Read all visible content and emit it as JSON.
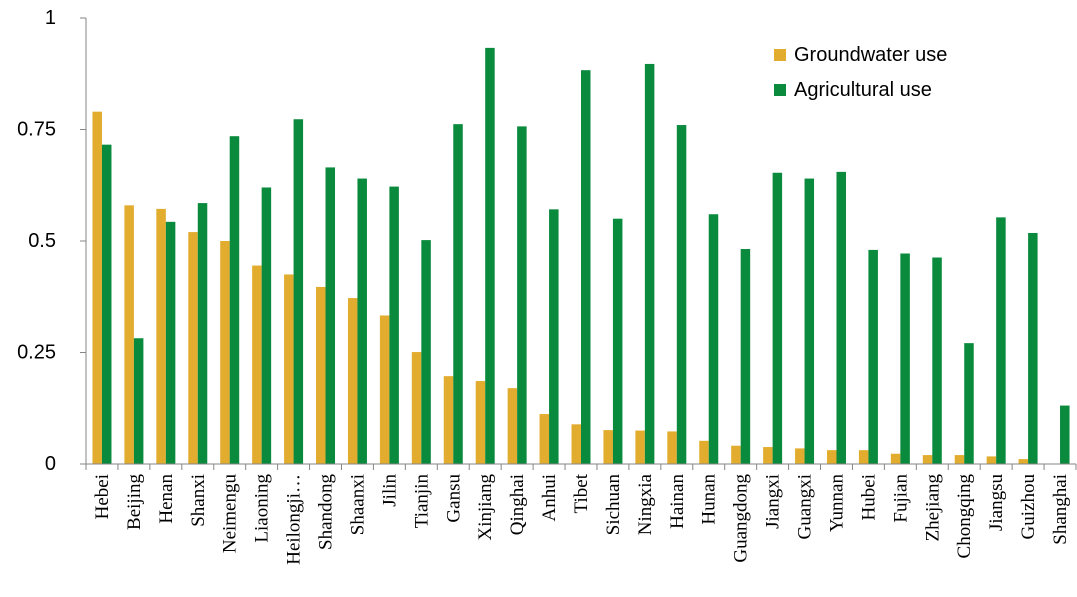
{
  "chart_data": {
    "type": "bar",
    "categories": [
      "Hebei",
      "Beijing",
      "Henan",
      "Shanxi",
      "Neimengu",
      "Liaoning",
      "Heilongji…",
      "Shandong",
      "Shaanxi",
      "Jilin",
      "Tianjin",
      "Gansu",
      "Xinjiang",
      "Qinghai",
      "Anhui",
      "Tibet",
      "Sichuan",
      "Ningxia",
      "Hainan",
      "Hunan",
      "Guangdong",
      "Jiangxi",
      "Guangxi",
      "Yunnan",
      "Hubei",
      "Fujian",
      "Zhejiang",
      "Chongqing",
      "Jiangsu",
      "Guizhou",
      "Shanghai"
    ],
    "series": [
      {
        "name": "Groundwater use",
        "color": "#E2AC2F",
        "values": [
          0.79,
          0.58,
          0.572,
          0.52,
          0.5,
          0.445,
          0.425,
          0.397,
          0.372,
          0.333,
          0.251,
          0.197,
          0.186,
          0.17,
          0.112,
          0.089,
          0.076,
          0.075,
          0.073,
          0.052,
          0.041,
          0.038,
          0.035,
          0.031,
          0.031,
          0.023,
          0.02,
          0.02,
          0.017,
          0.011,
          0.0
        ]
      },
      {
        "name": "Agricultural use",
        "color": "#0A8A3C",
        "values": [
          0.716,
          0.282,
          0.543,
          0.585,
          0.735,
          0.62,
          0.773,
          0.665,
          0.64,
          0.622,
          0.502,
          0.762,
          0.933,
          0.757,
          0.571,
          0.883,
          0.55,
          0.897,
          0.76,
          0.56,
          0.482,
          0.653,
          0.64,
          0.655,
          0.48,
          0.472,
          0.463,
          0.271,
          0.553,
          0.518,
          0.131
        ]
      }
    ],
    "y_ticks": [
      "0",
      "0.25",
      "0.5",
      "0.75",
      "1"
    ],
    "ylim": [
      0,
      1
    ],
    "grid": false,
    "legend_position": "top-right"
  }
}
